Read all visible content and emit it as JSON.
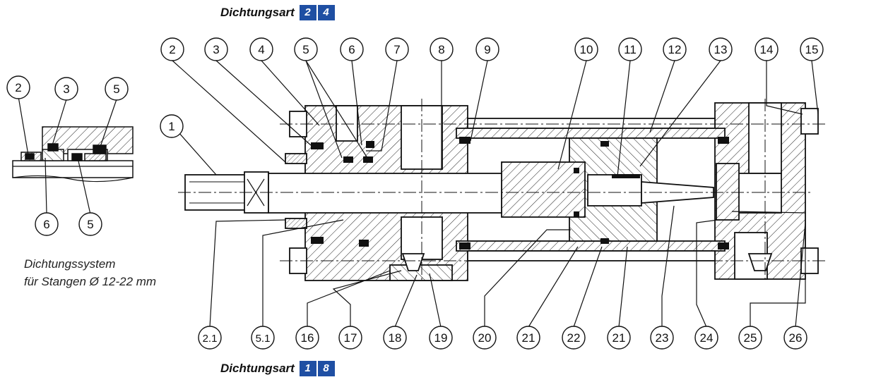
{
  "header_top": {
    "label": "Dichtungsart",
    "badges": [
      "2",
      "4"
    ]
  },
  "header_bottom": {
    "label": "Dichtungsart",
    "badges": [
      "1",
      "8"
    ]
  },
  "caption": {
    "line1": "Dichtungssystem",
    "line2": "für Stangen Ø 12-22 mm"
  },
  "callouts_top": [
    "1",
    "2",
    "3",
    "4",
    "5",
    "6",
    "7",
    "8",
    "9",
    "10",
    "11",
    "12",
    "13",
    "14",
    "15"
  ],
  "callouts_bottom": [
    "2.1",
    "5.1",
    "16",
    "17",
    "18",
    "19",
    "20",
    "21",
    "22",
    "21",
    "23",
    "24",
    "25",
    "26"
  ],
  "inset_callouts": [
    "2",
    "3",
    "5",
    "6",
    "5"
  ],
  "colors": {
    "badge": "#1f4fa3",
    "ink": "#111111"
  }
}
